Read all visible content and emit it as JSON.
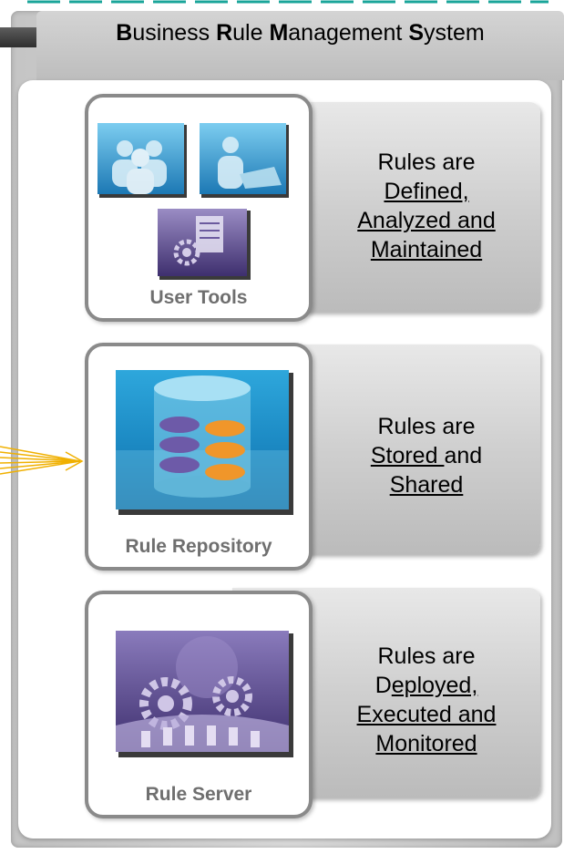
{
  "header": {
    "title_parts": [
      {
        "bold": "B",
        "rest": "usiness "
      },
      {
        "bold": "R",
        "rest": "ule "
      },
      {
        "bold": "M",
        "rest": "anagement "
      },
      {
        "bold": "S",
        "rest": "ystem"
      }
    ]
  },
  "rows": [
    {
      "label": "User Tools",
      "desc_line1": "Rules are",
      "desc_line2": "Defined,",
      "desc_line3": "Analyzed and",
      "desc_line4": "Maintained"
    },
    {
      "label": "Rule Repository",
      "desc_line1": "Rules are",
      "desc_line2a": "Stored ",
      "desc_line2b": "and",
      "desc_line3": "Shared"
    },
    {
      "label": "Rule Server",
      "desc_line1": "Rules are",
      "desc_line2a": "D",
      "desc_line2b": "eployed,",
      "desc_line3": "Executed and",
      "desc_line4": "Monitored"
    }
  ],
  "colors": {
    "accent_teal": "#1aa59a",
    "icon_blue": "#2f8fc4",
    "icon_purple": "#5b4a8e",
    "arrow_orange": "#f0b000"
  }
}
